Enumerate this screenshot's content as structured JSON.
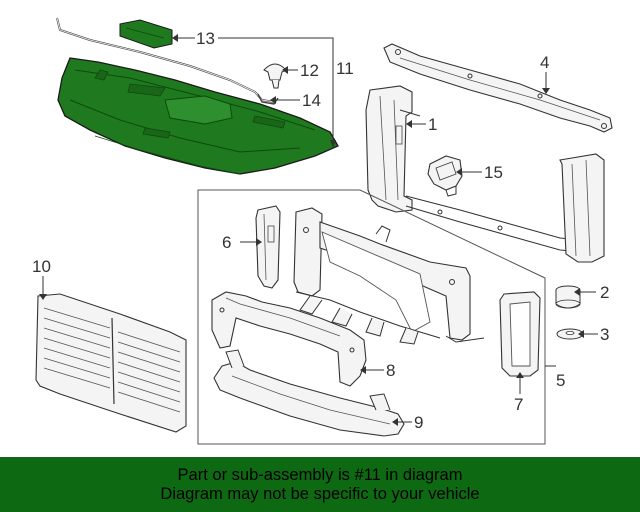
{
  "diagram": {
    "callouts": {
      "c1": "1",
      "c2": "2",
      "c3": "3",
      "c4": "4",
      "c5": "5",
      "c6": "6",
      "c7": "7",
      "c8": "8",
      "c9": "9",
      "c10": "10",
      "c11": "11",
      "c12": "12",
      "c13": "13",
      "c14": "14",
      "c15": "15"
    },
    "highlight_color": "#1f7a1f"
  },
  "banner": {
    "line1": "Part or sub-assembly is #11 in diagram",
    "line2": "Diagram may not be specific to your vehicle",
    "background": "#0e6a12"
  }
}
